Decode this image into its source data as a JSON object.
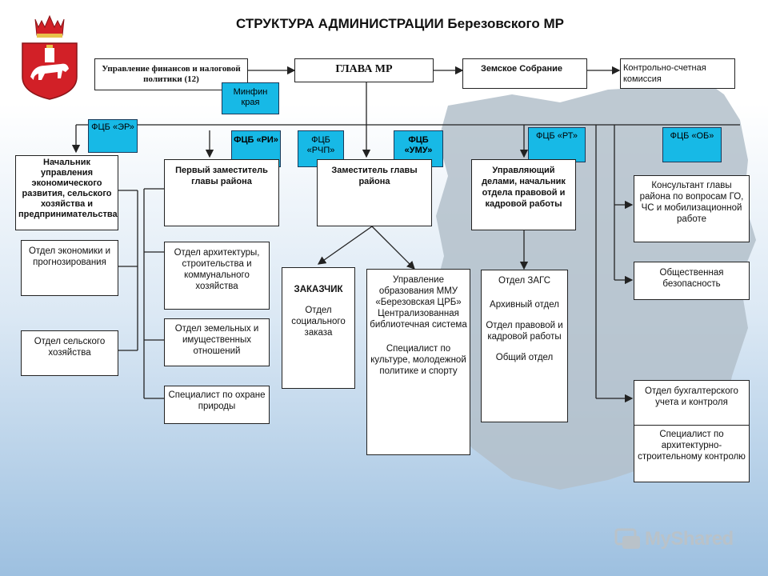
{
  "title": "СТРУКТУРА АДМИНИСТРАЦИИ Березовского МР",
  "colors": {
    "accent_cyan": "#17b9e6",
    "map_gray": "#b3bfca",
    "emblem_red": "#d22027"
  },
  "top_row": {
    "finance": "Управление финансов и налоговой политики (12)",
    "minfin": "Минфин края",
    "head": "ГЛАВА МР",
    "zemskoe": "Земское Собрание",
    "kontrol": "Контрольно-счетная комиссия"
  },
  "fcb": {
    "er": "ФЦБ «ЭР»",
    "ri": "ФЦБ «РИ»",
    "rchp": "ФЦБ «РЧП»",
    "umu": "ФЦБ «УМУ»",
    "rt": "ФЦБ «РТ»",
    "ob": "ФЦБ «ОБ»"
  },
  "col1": {
    "head": "Начальник управления экономического развития, сельского хозяйства и предпринимательства",
    "econ": "Отдел экономики и прогнозирования",
    "agri": "Отдел сельского хозяйства"
  },
  "col2": {
    "deputy1": "Первый заместитель главы района",
    "arch": "Отдел архитектуры, строительства и коммунального хозяйства",
    "land": "Отдел земельных и имущественных отношений",
    "nature": "Специалист по охране природы"
  },
  "col3": {
    "deputy": "Заместитель главы района",
    "customer_title": "ЗАКАЗЧИК",
    "customer_body": "Отдел социального заказа",
    "edu_1": "Управление образования ММУ «Березовская ЦРБ» Централизованная библиотечная система",
    "edu_2": "Специалист по культуре, молодежной политике и спорту"
  },
  "col4": {
    "manager": "Управляющий делами, начальник отдела правовой и кадровой работы",
    "zags": "Отдел ЗАГС",
    "archive": "Архивный отдел",
    "legal": "Отдел правовой и кадровой работы",
    "general": "Общий отдел"
  },
  "col5": {
    "consultant": "Консультант главы района по вопросам ГО, ЧС и мобилизационной работе",
    "safety": "Общественная безопасность",
    "accounting": "Отдел бухгалтерского учета и контроля",
    "arch_control": "Специалист по архитектурно-строительному контролю"
  },
  "watermark": "MyShared"
}
